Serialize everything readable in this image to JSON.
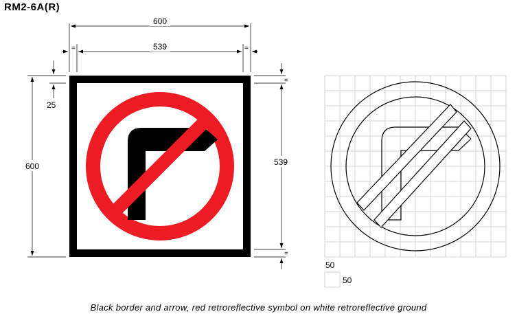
{
  "title": "RM2-6A(R)",
  "caption": "Black border and arrow, red retroreflective symbol on white retroreflective ground",
  "dimensions": {
    "overall_width": "600",
    "inner_width": "539",
    "border": "25",
    "overall_height": "600",
    "inner_height": "539",
    "equal_mark": "="
  },
  "grid": {
    "cell_width": "50",
    "cell_height": "50"
  },
  "colors": {
    "symbol_red": "#ed1c24",
    "border_black": "#000000",
    "ground_white": "#ffffff"
  }
}
